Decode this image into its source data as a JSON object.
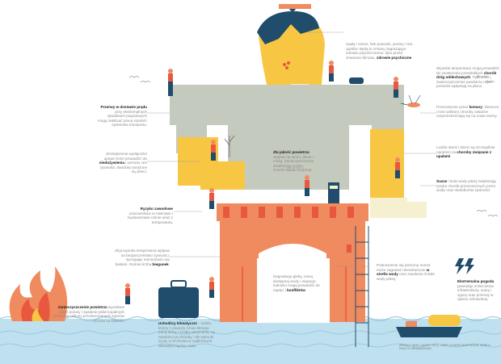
{
  "colors": {
    "gray": "#c5cabe",
    "orange": "#f08a5f",
    "red": "#e8583f",
    "yellow": "#f7c744",
    "navy": "#1f4d6b",
    "sea": "#a9d2e6",
    "cream": "#f5f0cf"
  },
  "notes": {
    "header_top": "Upały i susze, fale powodzi, pożary i tzw. upałów. Będą to zmiany zagrażające zdrowiu psychicznemu: lęku przed zmianami klimatu.",
    "header_top_bold": "zdrowie psychiczne",
    "air_pollution_left": "Wysokie temperatury mogą prowadzić do zaostrzenia przewlekłych",
    "air_pollution_bold": "chorób dróg oddechowych",
    "air_pollution_rest": ". Pyłki roślin, zanieczyszczenie powietrza i dym pożarów wpływają na płuca.",
    "power_title": "Przerwy w dostawie prądu",
    "power_text": "przy ekstremalnych zjawiskach pogodowych mogą zakłócać pracę szpitali i systemów transportu.",
    "insects_title": "Przenoszone przez",
    "insects_bold": "komary",
    "insects_text": ", kleszcze i inne wektory choroby zakaźne rozprzestrzeniają się na nowe tereny.",
    "nutrition_text": "Zmniejszenie wydajności upraw może prowadzić do",
    "nutrition_bold": "niedożywienia",
    "nutrition_rest": "i wzrostu cen żywności. Bardziej narażone są dzieci.",
    "air_quality_title": "Zła jakość powietrza",
    "air_quality_text": "wpływa na serce, płuca i mózg. Zanieczyszczenia zwiększają ryzyko chorób układu krążenia.",
    "allergy_text": "Ludzie starsi i dzieci są szczególnie narażeni na",
    "allergy_bold": "choroby związane z upałami",
    "flood_title": "Ryzyko zawodowe",
    "flood_text": "pracowników w rolnictwie i budownictwie rośnie wraz z temperaturą.",
    "drought_title": "Susze",
    "drought_text": "i brak wody pitnej zwiększają ryzyko chorób przenoszonych przez wodę oraz niedoborów żywności.",
    "food_text": "Zbyt wysoka temperatura wpływa na bezpieczeństwo żywności, sprzyjając namnażaniu się bakterii. Rośnie liczba",
    "food_bold": "biegunek",
    "food_rest": ".",
    "water_text": "Degradacja gleby, mniej dostępnej wody i migracje ludności mogą prowadzić do napięć i",
    "water_bold": "konfliktów",
    "water_rest": ".",
    "sea_text": "Podnoszenie się poziomu morza może zagrażać mieszkańcom",
    "sea_bold": "w strefie wody",
    "sea_rest": "oraz zasolenia źródeł wody pitnej.",
    "pollution_title": "Zanieczyszczenie powietrza",
    "pollution_text": "wywołane przez pożary i spalanie paliw kopalnych powoduje miliony przedwczesnych zgonów rocznie na świecie.",
    "storm_title": "Ekstremalna pogoda",
    "storm_text": "powoduje zniszczenia infrastruktury, urazy i zgony oraz przerwy w opiece zdrowotnej.",
    "climate_title": "Uchodźcy klimatyczni",
    "climate_text": "– ludzie, którzy z powodu zmian klimatu tracą domy i źródła utrzymania, są narażeni na choroby i złe warunki życia, a ich liczba w najbliższych dekadach będzie rosła.",
    "source": "ŹRÓDŁO: WHO, LANCET, IPCC, UNEP, CLIMATE ADAPTATION, WORLD HEALTH ORGANIZATION"
  },
  "icons": [
    "sun-icon",
    "lightning-icon",
    "thermometer-icon",
    "mosquito-icon",
    "tree-icon",
    "drop-icon",
    "fire-icon",
    "ship-icon",
    "bird-icon"
  ]
}
